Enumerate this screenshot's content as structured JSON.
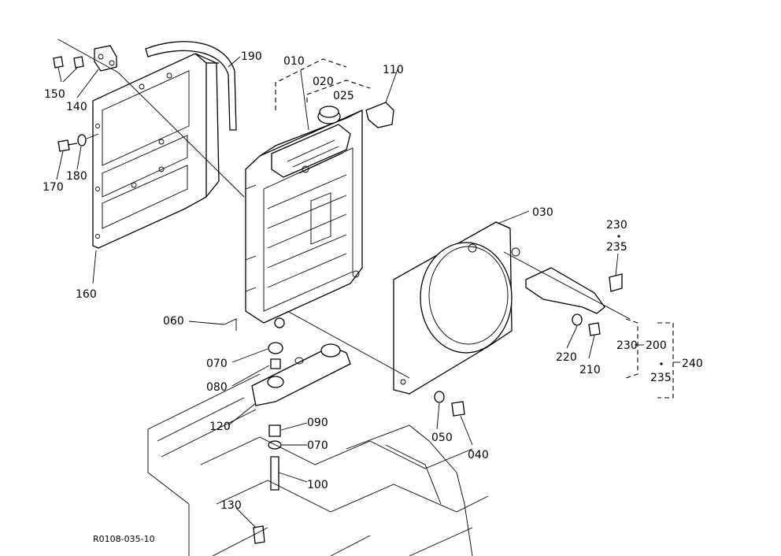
{
  "labels": {
    "p010": "010",
    "p020": "020",
    "p025": "025",
    "p110": "110",
    "p190": "190",
    "p150": "150",
    "p140": "140",
    "p170": "170",
    "p180": "180",
    "p160": "160",
    "p030": "030",
    "p230a": "230",
    "p235a": "235",
    "p230b": "230",
    "p200": "200",
    "p235b": "235",
    "p240": "240",
    "p220": "220",
    "p210": "210",
    "p060": "060",
    "p070a": "070",
    "p080": "080",
    "p120": "120",
    "p090": "090",
    "p070b": "070",
    "p050": "050",
    "p040": "040",
    "p100": "100",
    "p130": "130"
  },
  "reference_code": "R0108-035-10"
}
